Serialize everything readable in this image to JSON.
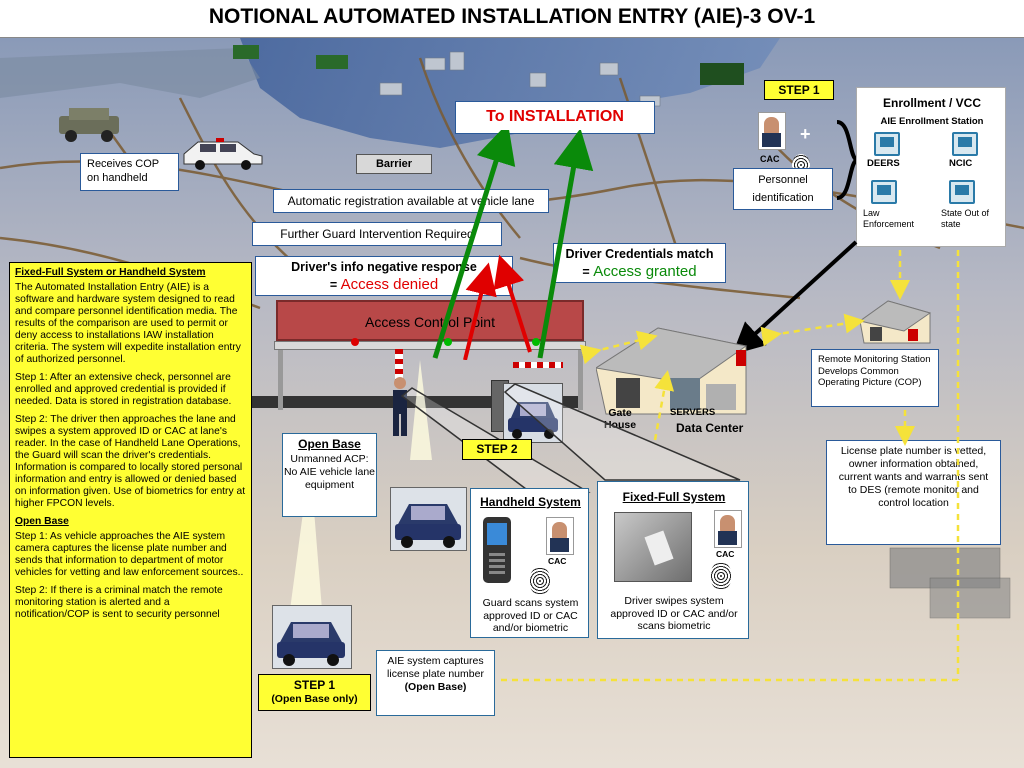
{
  "title": "NOTIONAL AUTOMATED INSTALLATION ENTRY (AIE)-3 OV-1",
  "to_installation": "To  INSTALLATION",
  "receives_cop": "Receives COP on handheld",
  "barrier": "Barrier",
  "auto_registration": "Automatic registration available at vehicle lane",
  "further_guard": "Further Guard Intervention Required",
  "negative_response": {
    "line1": "Driver's info negative response",
    "prefix": "= ",
    "result": "Access denied"
  },
  "credentials_match": {
    "line1": "Driver Credentials match",
    "prefix": "= ",
    "result": "Access granted"
  },
  "access_control_point": "Access Control Point",
  "step1_top": "STEP  1",
  "cac_label": "CAC",
  "plus": "+",
  "personnel_identification": "Personnel identification",
  "enrollment": {
    "title": "Enrollment / VCC",
    "subtitle": "AIE Enrollment Station",
    "deers": "DEERS",
    "ncic": "NCIC",
    "law_enforcement": "Law Enforcement",
    "state": "State Out of state"
  },
  "remote_monitoring": "Remote Monitoring Station Develops Common Operating Picture (COP)",
  "gate_house": "Gate House",
  "servers": "SERVERS",
  "data_center": "Data Center",
  "license_plate": "License plate number is vetted, owner information obtained, current wants and warrants sent to DES (remote monitor and control location",
  "open_base_box": {
    "title": "Open Base",
    "text": "Unmanned ACP:  No AIE vehicle lane equipment"
  },
  "step2": "STEP  2",
  "handheld": {
    "title": "Handheld System",
    "cac": "CAC",
    "text": "Guard scans system approved ID or CAC and/or biometric"
  },
  "fixed_full": {
    "title": "Fixed-Full System",
    "cac": "CAC",
    "text": "Driver swipes system approved ID or CAC and/or scans biometric"
  },
  "aie_captures": {
    "text": "AIE system captures license plate number",
    "bold": "(Open Base)"
  },
  "step1_bottom": {
    "label": "STEP  1",
    "sub": "(Open Base only)"
  },
  "left_panel": {
    "heading1": "Fixed-Full System or Handheld System",
    "p1": "The Automated Installation Entry (AIE) is a software and hardware system designed to read and compare personnel identification media.  The results of the comparison are used to permit or deny access to installations IAW installation criteria.  The system will expedite installation entry of authorized personnel.",
    "p2": "Step 1: After an extensive check, personnel are enrolled and approved credential is provided if needed.  Data is stored in registration database.",
    "p3": "Step 2: The driver then approaches the lane and swipes a system approved ID or CAC at lane's reader.  In the case of Handheld Lane Operations, the Guard will scan the driver's credentials.  Information is compared to locally stored personal information and entry is allowed or denied based on information given.   Use of biometrics  for entry at higher FPCON levels.",
    "heading2": "Open Base",
    "p4": "Step 1: As vehicle approaches the AIE system camera captures the license plate number and sends that information to department of motor vehicles for vetting and law enforcement sources..",
    "p5": "Step 2:  If there is a criminal match the remote monitoring station is alerted and a notification/COP is sent to security personnel"
  }
}
